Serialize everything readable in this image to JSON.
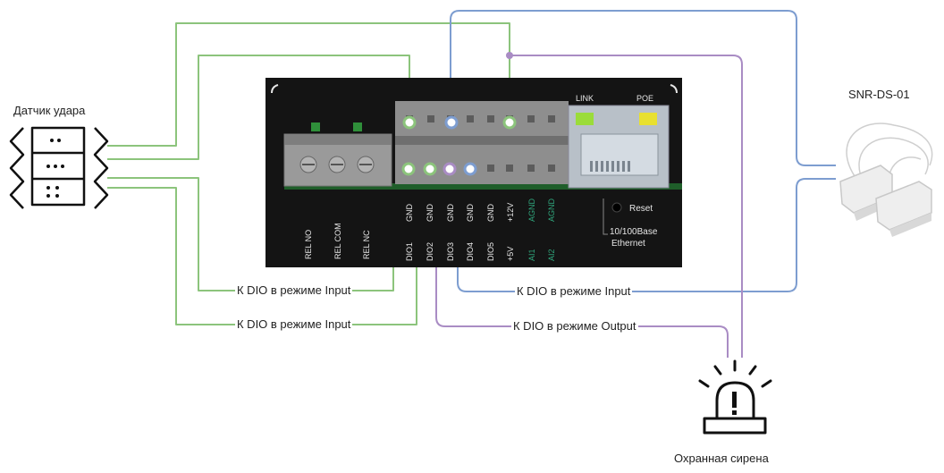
{
  "labels": {
    "shock_sensor": "Датчик удара",
    "magnetic_sensor": "SNR-DS-01",
    "siren": "Охранная сирена",
    "wire_input_1": "К DIO в режиме Input",
    "wire_input_2": "К DIO в режиме Input",
    "wire_input_3": "К DIO в режиме Input",
    "wire_output": "К DIO в режиме Output"
  },
  "device": {
    "link": "LINK",
    "poe": "POE",
    "reset": "Reset",
    "ethernet_1": "10/100Base",
    "ethernet_2": "Ethernet",
    "relay_pins": [
      "REL NO",
      "REL COM",
      "REL NC"
    ],
    "top_pins": [
      "GND",
      "GND",
      "GND",
      "GND",
      "GND",
      "+12V",
      "AGND",
      "AGND"
    ],
    "bottom_pins": [
      "DIO1",
      "DIO2",
      "DIO3",
      "DIO4",
      "DIO5",
      "+5V",
      "AI1",
      "AI2"
    ]
  },
  "colors": {
    "green_wire": "#8cc47c",
    "blue_wire": "#7d9dd0",
    "purple_wire": "#a98cc4",
    "panel": "#141414",
    "connector": "#8e8e8e",
    "pin_text": "#e6e6e6",
    "analog_text": "#2fa37a"
  }
}
